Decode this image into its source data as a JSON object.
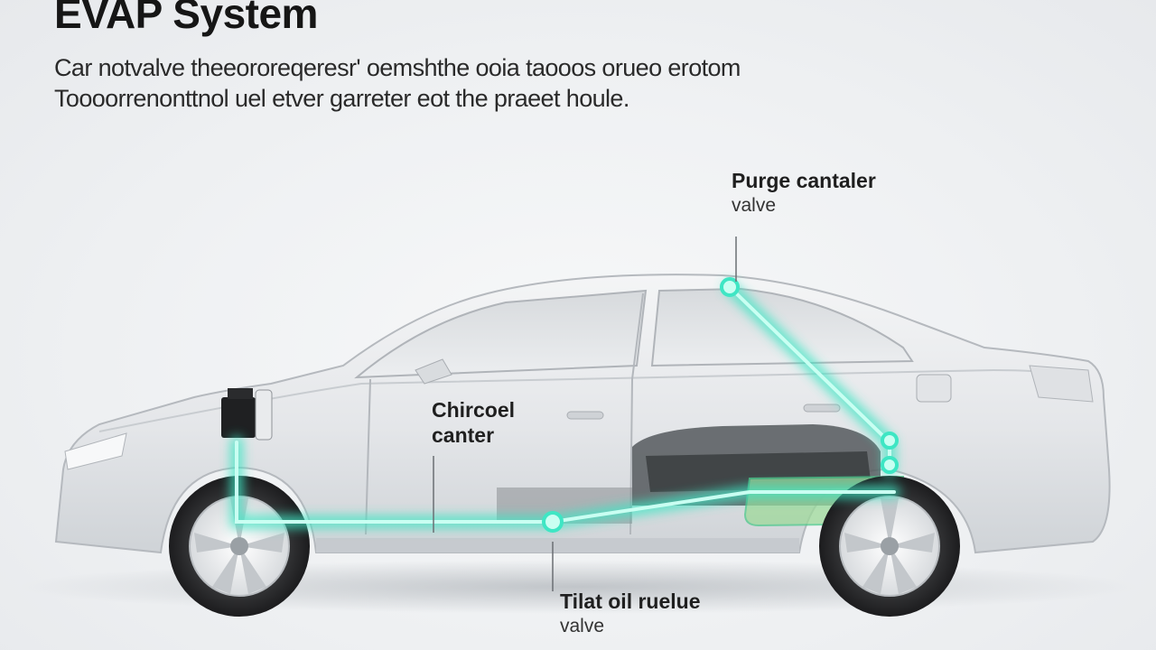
{
  "header": {
    "title": "EVAP System",
    "subtitle_lines": [
      "Car notvalve theeororeqeresr' oemshthe ooia taooos orueo erotom",
      "Toooorrenonttnol uel etver garreter eot the praeet houle."
    ]
  },
  "labels": {
    "purge": {
      "line1": "Purge cantaler",
      "line2": "valve"
    },
    "charcoal": {
      "line1": "Chircoel",
      "line2": "canter"
    },
    "tank": {
      "line1": "Tilat oil ruelue",
      "line2": "valve"
    }
  },
  "colors": {
    "glow": "#3ee6c4",
    "glow_core": "#c9fff2",
    "car_body": "#e9ebed",
    "car_outline": "#b9bdc2",
    "tank": "#9ed99a"
  }
}
